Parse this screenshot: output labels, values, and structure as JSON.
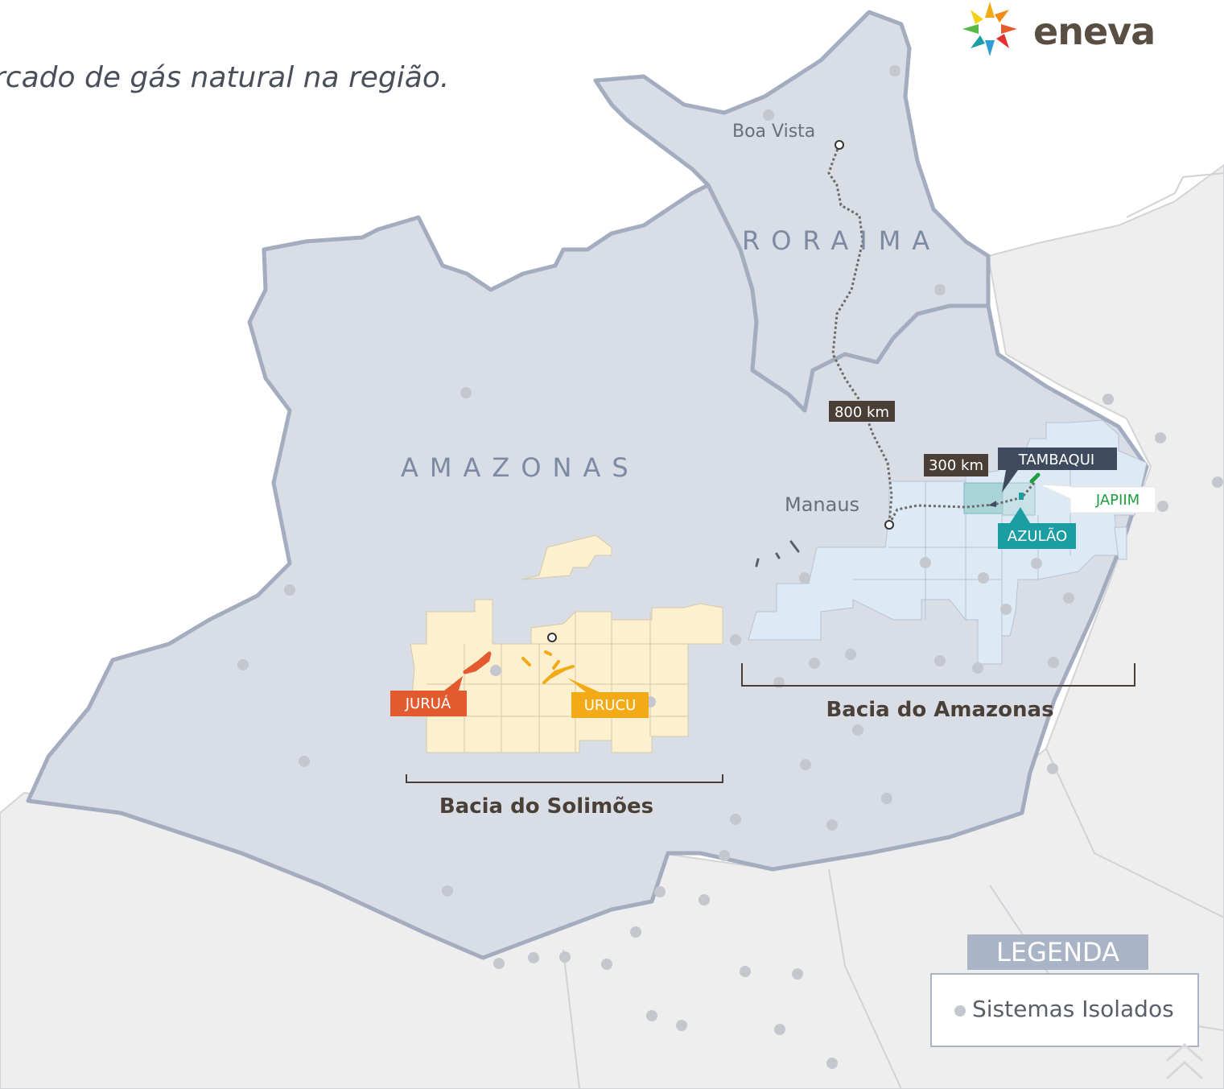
{
  "headline": "rcado de gás natural na região.",
  "logo": {
    "text": "eneva"
  },
  "regions": {
    "roraima": "RORAIMA",
    "amazonas": "AMAZONAS"
  },
  "cities": {
    "boa_vista": "Boa Vista",
    "manaus": "Manaus"
  },
  "distances": {
    "d800": "800 km",
    "d300": "300 km"
  },
  "fields": {
    "tambaqui": "TAMBAQUI",
    "japiim": "JAPIIM",
    "azulao": "AZULÃO",
    "jurua": "JURUÁ",
    "urucu": "URUCU"
  },
  "basins": {
    "amazonas": "Bacia do Amazonas",
    "solimoes": "Bacia do Solimões"
  },
  "legend": {
    "title": "LEGENDA",
    "item": "Sistemas Isolados"
  },
  "colors": {
    "state_fill": "#d8dde6",
    "state_stroke": "#a3adbf",
    "background_land": "#eeeeef",
    "solimoes_blocks": "#fdf0cf",
    "amazonas_blocks": "#dde9f5",
    "jurua": "#e35a2e",
    "urucu": "#f2ab16",
    "tambaqui": "#3e4a5e",
    "azulao": "#1a9ea3",
    "japiim": "#1f9d3f",
    "distance_tag": "#4a3f36",
    "isolated_system_dot": "#c4c8ce"
  },
  "isolated_systems": [
    [
      1112,
      88
    ],
    [
      955,
      143
    ],
    [
      1168,
      360
    ],
    [
      579,
      488
    ],
    [
      1377,
      496
    ],
    [
      1442,
      544
    ],
    [
      1513,
      599
    ],
    [
      1445,
      629
    ],
    [
      360,
      733
    ],
    [
      1000,
      718
    ],
    [
      1288,
      700
    ],
    [
      1328,
      743
    ],
    [
      1250,
      757
    ],
    [
      302,
      826
    ],
    [
      914,
      795
    ],
    [
      1057,
      813
    ],
    [
      1012,
      824
    ],
    [
      1168,
      821
    ],
    [
      1215,
      830
    ],
    [
      1309,
      823
    ],
    [
      968,
      848
    ],
    [
      1066,
      907
    ],
    [
      1001,
      950
    ],
    [
      1308,
      955
    ],
    [
      378,
      946
    ],
    [
      1102,
      992
    ],
    [
      1034,
      1025
    ],
    [
      914,
      1018
    ],
    [
      900,
      1063
    ],
    [
      820,
      1108
    ],
    [
      875,
      1118
    ],
    [
      556,
      1107
    ],
    [
      790,
      1158
    ],
    [
      620,
      1197
    ],
    [
      663,
      1190
    ],
    [
      702,
      1189
    ],
    [
      754,
      1198
    ],
    [
      926,
      1207
    ],
    [
      991,
      1210
    ],
    [
      810,
      1262
    ],
    [
      847,
      1274
    ],
    [
      969,
      1279
    ],
    [
      1034,
      1321
    ],
    [
      616,
      833
    ],
    [
      808,
      872
    ],
    [
      1150,
      699
    ],
    [
      1222,
      718
    ]
  ]
}
